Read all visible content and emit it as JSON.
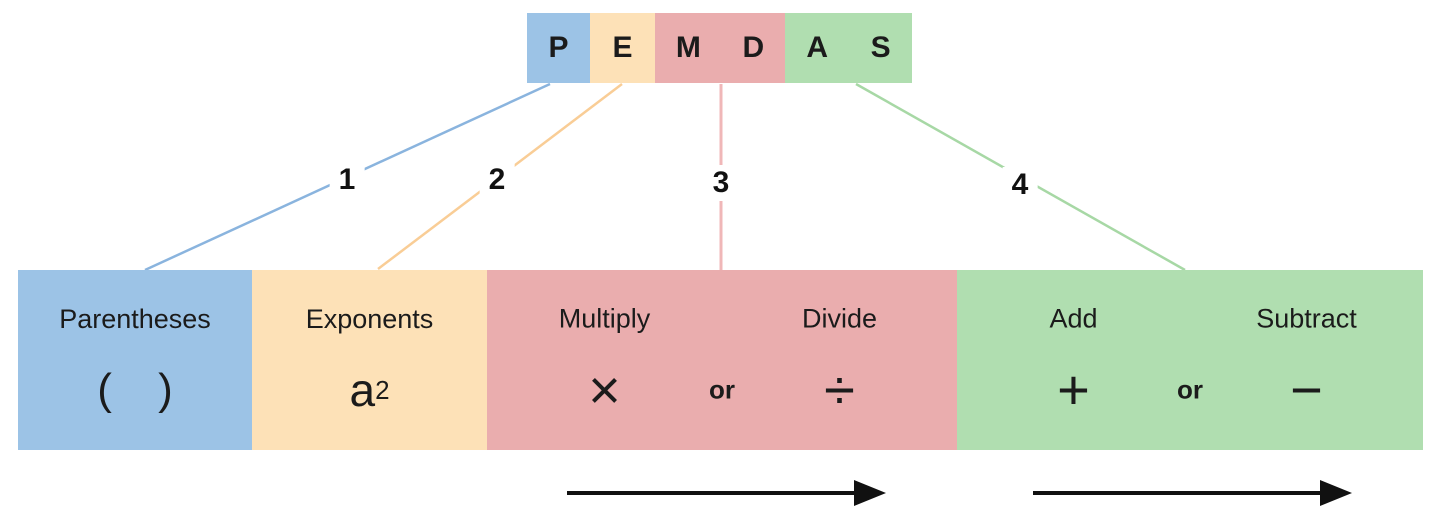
{
  "colors": {
    "box_blue": "#9cc3e6",
    "box_orange": "#fde1b7",
    "box_red": "#eaadae",
    "box_green": "#b0deb0",
    "line_blue": "#8ab4de",
    "line_orange": "#f9cd96",
    "line_red": "#f0b7b8",
    "line_green": "#a7d8a5",
    "text": "#1b1b1b",
    "arrow": "#111111"
  },
  "acronym": {
    "letters": [
      "P",
      "E",
      "M",
      "D",
      "A",
      "S"
    ]
  },
  "steps": [
    "1",
    "2",
    "3",
    "4"
  ],
  "groups": [
    {
      "key": "parentheses",
      "label": "Parentheses",
      "symbol": "( )"
    },
    {
      "key": "exponents",
      "label": "Exponents",
      "symbol_base": "a",
      "symbol_exponent": "2"
    },
    {
      "key": "multiply-divide",
      "left": {
        "label": "Multiply",
        "symbol": "×"
      },
      "conjunction": "or",
      "right": {
        "label": "Divide",
        "symbol": "÷"
      }
    },
    {
      "key": "add-subtract",
      "left": {
        "label": "Add",
        "symbol": "+"
      },
      "conjunction": "or",
      "right": {
        "label": "Subtract",
        "symbol": "−"
      }
    }
  ]
}
